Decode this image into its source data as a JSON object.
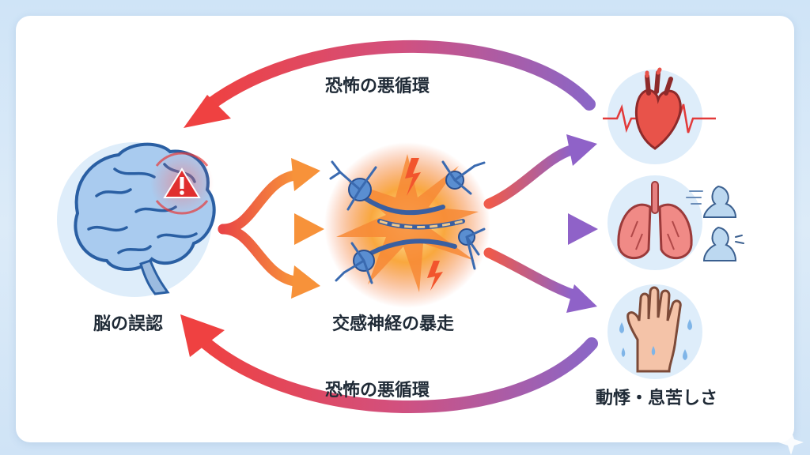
{
  "labels": {
    "cycle_top": "恐怖の悪循環",
    "cycle_bottom": "恐怖の悪循環",
    "brain": "脳の誤認",
    "nerve": "交感神経の暴走",
    "symptoms": "動悸・息苦しさ"
  },
  "icons": {
    "brain": "brain-icon",
    "alert": "warning-icon",
    "nerve": "neuron-burst-icon",
    "heart": "heart-icon",
    "lungs": "lungs-icon",
    "hand": "sweating-hand-icon"
  },
  "colors": {
    "arrow_red": "#ef4b4b",
    "arrow_purple": "#8b66c6",
    "arrow_orange": "#f68a3c",
    "circle_bg": "#deedfa"
  }
}
